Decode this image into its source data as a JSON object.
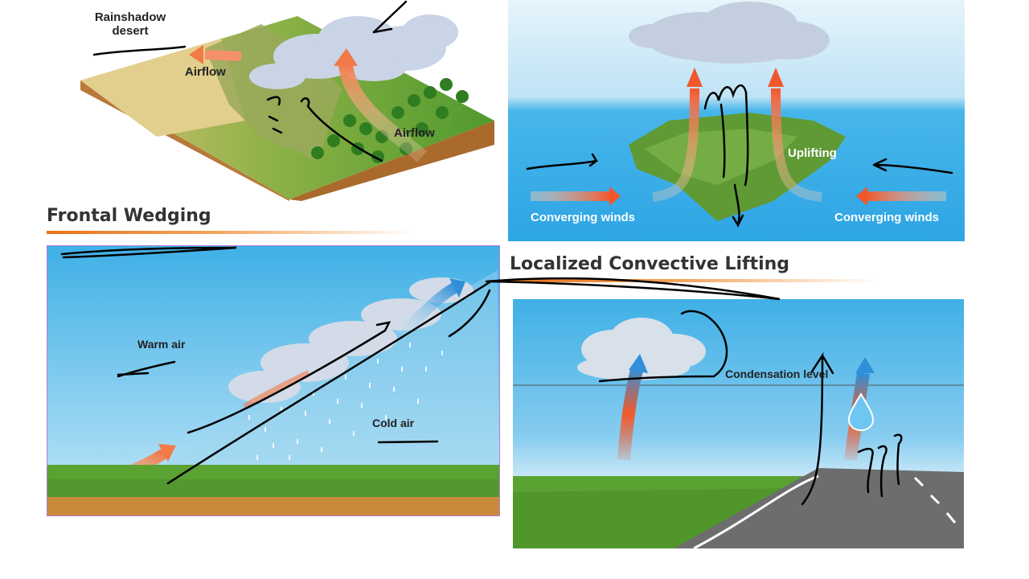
{
  "panels": {
    "orographic": {
      "labels": {
        "rainshadow": "Rainshadow desert",
        "airflow_left": "Airflow",
        "airflow_right": "Airflow"
      }
    },
    "convergence": {
      "labels": {
        "uplifting": "Uplifting",
        "converging_left": "Converging winds",
        "converging_right": "Converging winds"
      }
    },
    "frontal": {
      "heading": "Frontal Wedging",
      "labels": {
        "warm_air": "Warm air",
        "cold_air": "Cold air"
      }
    },
    "convective": {
      "heading": "Localized Convective Lifting",
      "labels": {
        "condensation": "Condensation level"
      }
    }
  },
  "colors": {
    "sky": "#43b5e8",
    "grass": "#5aa232",
    "soil": "#c98a3c",
    "warm_arrow": "#f07a45",
    "cool_arrow": "#2f8fd8",
    "heading_rule": "#e8731c"
  }
}
